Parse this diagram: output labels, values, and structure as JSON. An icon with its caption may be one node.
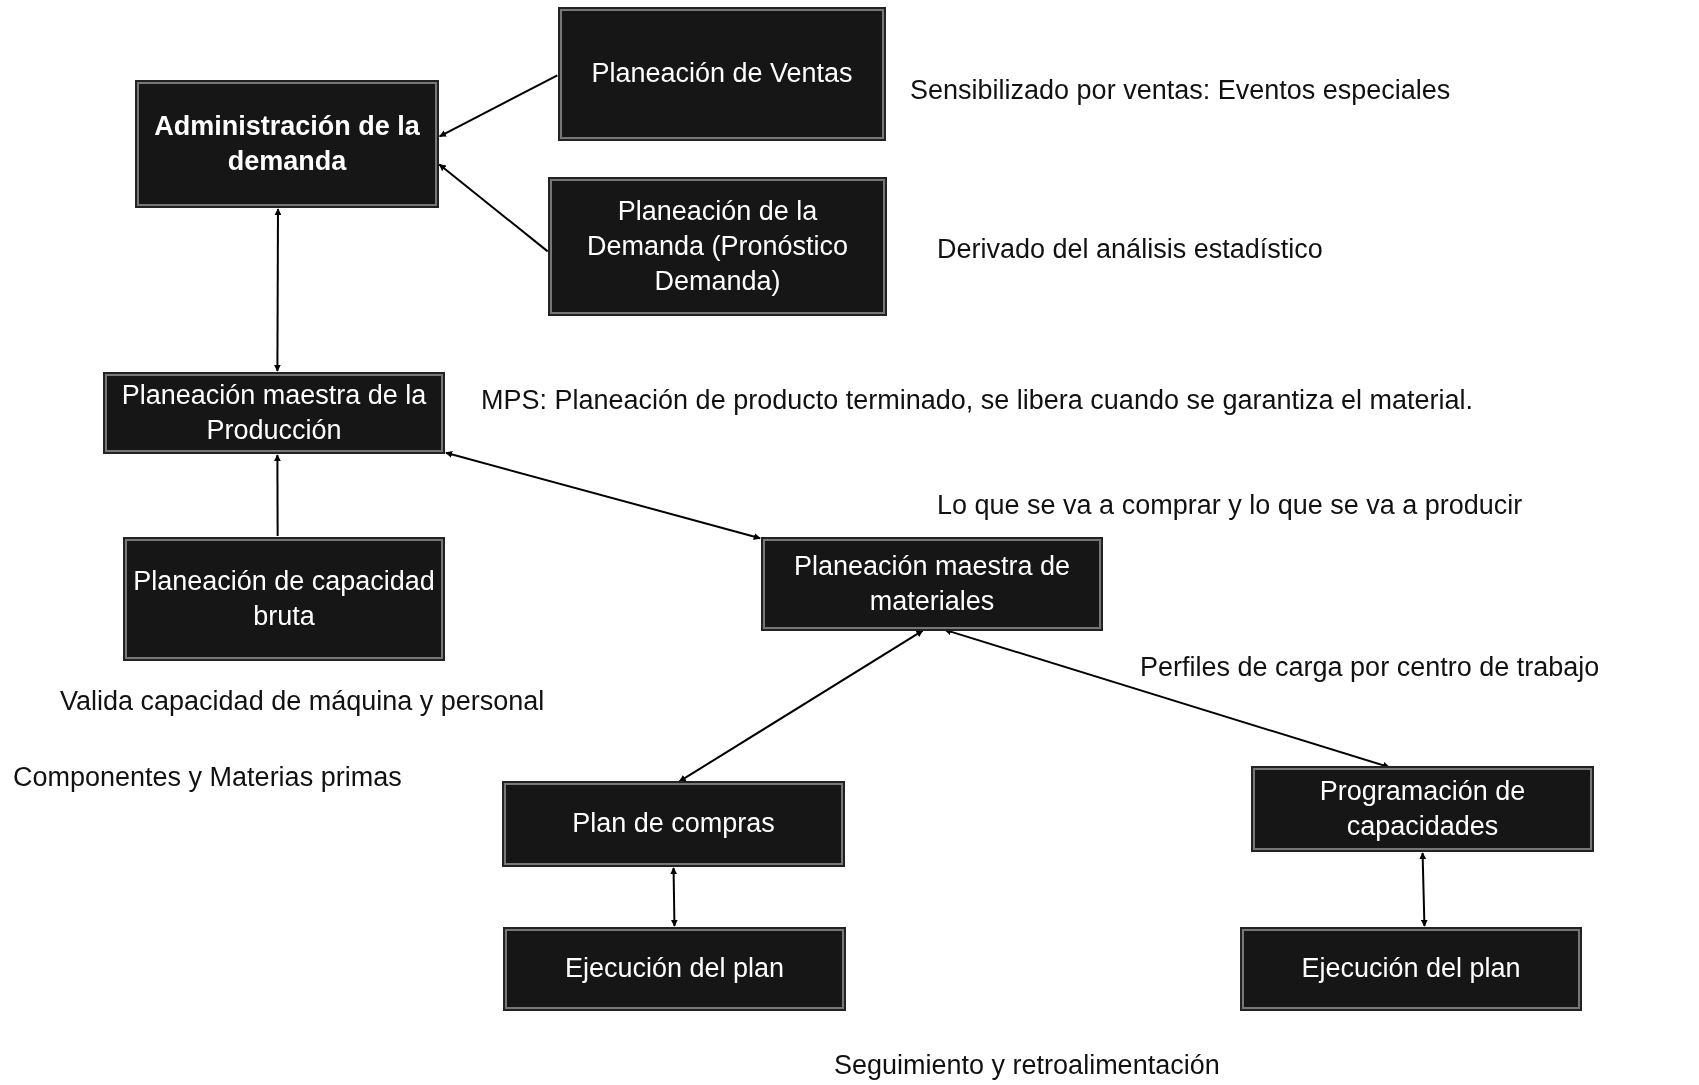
{
  "diagram": {
    "nodes": [
      {
        "text": [
          "Administración de la demanda"
        ]
      },
      {
        "text": [
          "Planeación de Ventas"
        ]
      },
      {
        "text": [
          "Planeación de la Demanda (Pronóstico Demanda)"
        ]
      },
      {
        "text": [
          "Planeación maestra de la Producción"
        ]
      },
      {
        "text": [
          "Planeación de capacidad bruta"
        ]
      },
      {
        "text": [
          "Planeación maestra de materiales"
        ]
      },
      {
        "text": [
          "Plan de compras"
        ]
      },
      {
        "text": [
          "Ejecución del plan"
        ]
      },
      {
        "text": [
          "Programación de capacidades"
        ]
      },
      {
        "text": [
          "Ejecución del plan"
        ]
      }
    ],
    "edges": [
      {
        "from": 1,
        "to": 0,
        "arrow": "to"
      },
      {
        "from": 2,
        "to": 0,
        "arrow": "to"
      },
      {
        "from": 0,
        "to": 3,
        "arrow": "both"
      },
      {
        "from": 4,
        "to": 3,
        "arrow": "to"
      },
      {
        "from": 3,
        "to": 5,
        "arrow": "both"
      },
      {
        "from": 5,
        "to": 6,
        "arrow": "both"
      },
      {
        "from": 5,
        "to": 8,
        "arrow": "both"
      },
      {
        "from": 6,
        "to": 7,
        "arrow": "both"
      },
      {
        "from": 8,
        "to": 9,
        "arrow": "both"
      }
    ],
    "labels": [
      "Sensibilizado por ventas: Eventos especiales",
      "Derivado del análisis estadístico",
      "MPS: Planeación de producto terminado, se libera cuando se garantiza el material.",
      "Lo que se va a comprar y lo que se va a producir",
      "Valida capacidad de máquina y personal",
      "Perfiles de carga por centro de trabajo",
      "Componentes y Materias primas",
      "Seguimiento y retroalimentación"
    ]
  }
}
